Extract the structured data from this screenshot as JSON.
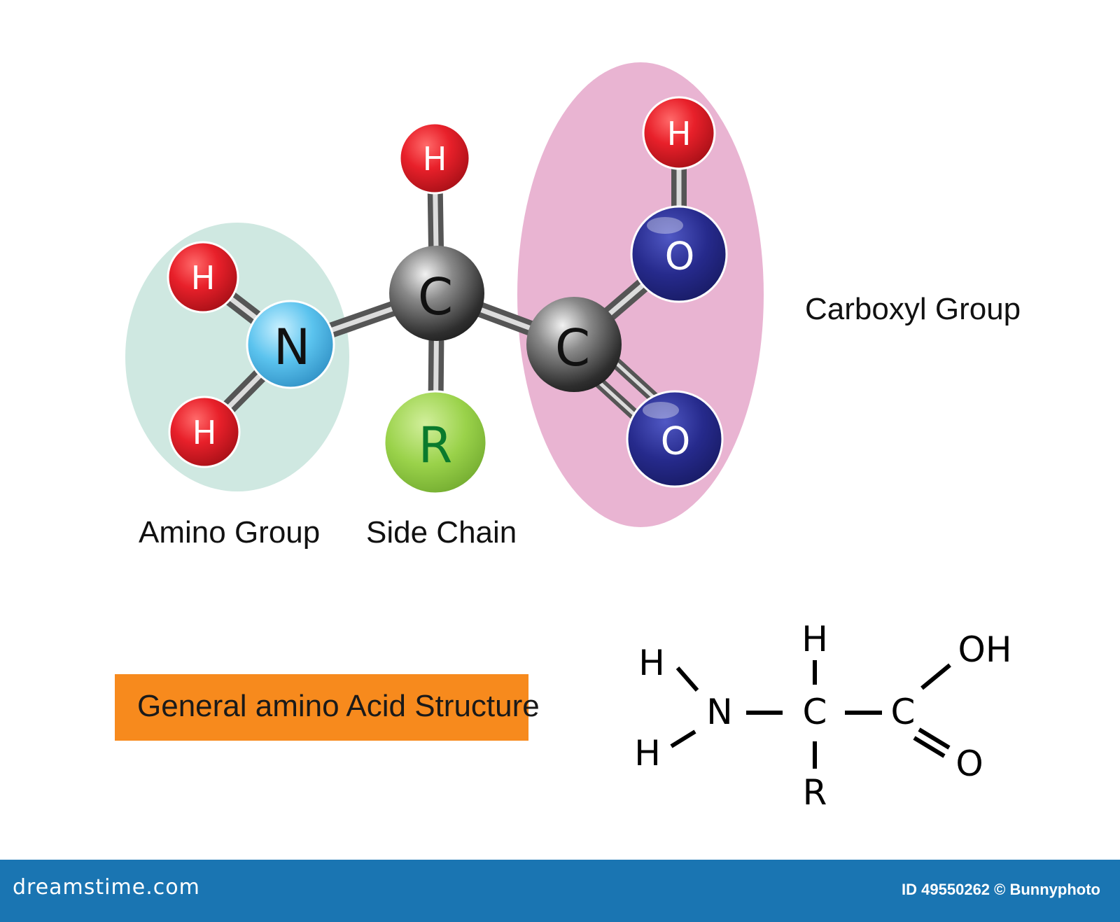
{
  "diagram": {
    "group_labels": {
      "amino": "Amino Group",
      "side_chain": "Side Chain",
      "carboxyl": "Carboxyl Group"
    },
    "banner": "General amino Acid Structure",
    "atoms": {
      "h_top": "H",
      "h_left_top": "H",
      "h_left_bottom": "H",
      "n": "N",
      "c_alpha": "C",
      "c_carboxyl": "C",
      "r": "R",
      "o_hydroxyl": "O",
      "o_carbonyl": "O",
      "h_hydroxyl": "H"
    },
    "structural_formula": {
      "h_upper_left": "H",
      "h_lower_left": "H",
      "n": "N",
      "c_alpha": "C",
      "h_top": "H",
      "r": "R",
      "c_carboxyl": "C",
      "oh": "OH",
      "o": "O"
    }
  },
  "footer": {
    "site": "dreamstime.com",
    "image_id": "ID 49550262 © Bunnyphoto"
  },
  "colors": {
    "hydrogen": "#e8202a",
    "nitrogen": "#5bc3ee",
    "carbon": "#444444",
    "oxygen": "#262a8c",
    "side_chain": "#8cc63f",
    "amino_bg": "#cfe8e1",
    "carboxyl_bg": "#e9b4d2",
    "banner": "#f78a1d",
    "footer_bar": "#1a75b2"
  }
}
